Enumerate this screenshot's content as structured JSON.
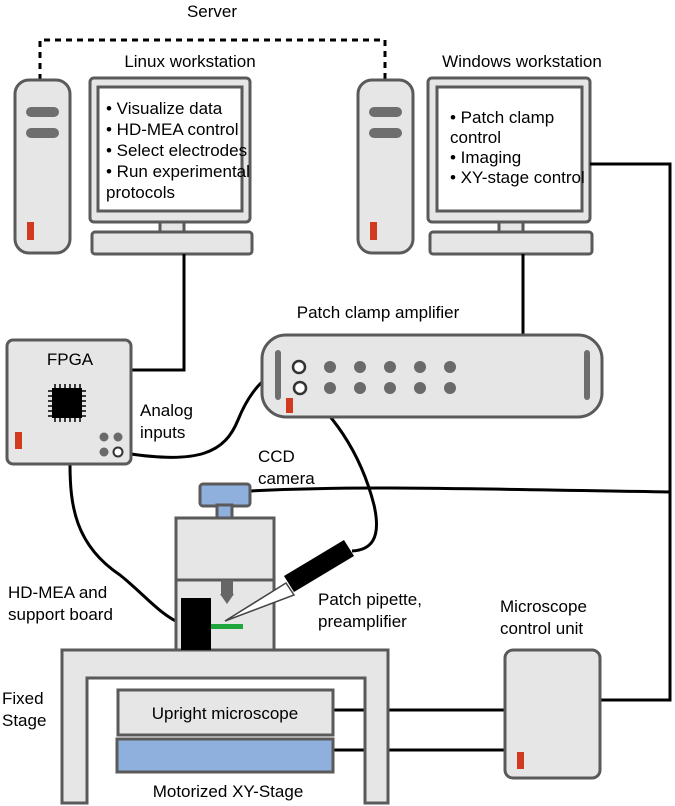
{
  "labels": {
    "server": "Server",
    "linux": "Linux workstation",
    "windows": "Windows workstation",
    "fpga": "FPGA",
    "patch_amp": "Patch clamp amplifier",
    "analog_1": "Analog",
    "analog_2": "inputs",
    "ccd_1": "CCD",
    "ccd_2": "camera",
    "hdmea_1": "HD-MEA and",
    "hdmea_2": "support board",
    "pipette_1": "Patch pipette,",
    "pipette_2": "preamplifier",
    "mcu_1": "Microscope",
    "mcu_2": "control unit",
    "fixed_1": "Fixed",
    "fixed_2": "Stage",
    "upright": "Upright microscope",
    "xy_stage": "Motorized XY-Stage"
  },
  "linux_screen": [
    "• Visualize data",
    "• HD-MEA control",
    "• Select electrodes",
    "• Run experimental",
    "   protocols"
  ],
  "windows_screen": [
    "• Patch clamp",
    "   control",
    "• Imaging",
    "• XY-stage control"
  ],
  "colors": {
    "device_fill": "#e6e6e6",
    "outline": "#5a5a5a",
    "led": "#d23a20",
    "xy_stage": "#8fb0dc",
    "camera": "#8fb0dc",
    "electrode": "#1ea63c"
  },
  "icons": [
    "chip-icon"
  ]
}
